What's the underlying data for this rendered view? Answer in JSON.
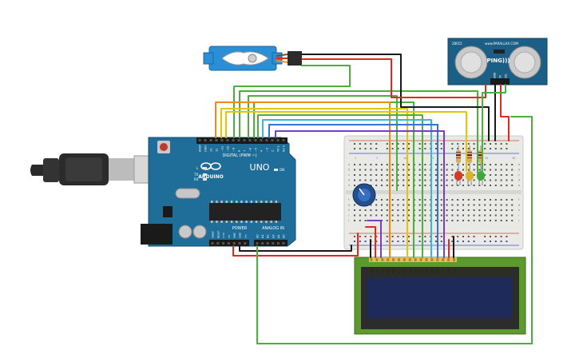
{
  "arduino": {
    "brand": "ARDUINO",
    "model": "UNO",
    "digital_label": "DIGITAL (PWM ~)",
    "power_label": "POWER",
    "analog_label": "ANALOG IN",
    "led_labels": [
      "L",
      "TX",
      "RX"
    ],
    "on_label": "ON",
    "digital_pins": [
      "AREF",
      "GND",
      "13",
      "12",
      "~11",
      "~10",
      "~9",
      "8",
      "7",
      "~6",
      "~5",
      "4",
      "~3",
      "2",
      "TX 1",
      "RX 0"
    ],
    "power_pins": [
      "IOREF",
      "RESET",
      "3.3V",
      "5V",
      "GND",
      "GND",
      "Vin"
    ],
    "analog_pins": [
      "A0",
      "A1",
      "A2",
      "A3",
      "A4",
      "A5"
    ]
  },
  "sensor": {
    "model_label": "PING)))",
    "brand_label": "www.PARALLAX.COM",
    "rev_label": "28015",
    "pins": [
      "GND",
      "5V",
      "SIG"
    ]
  },
  "breadboard": {
    "column_labels": [
      "1",
      "5",
      "10",
      "15",
      "20",
      "25",
      "30"
    ],
    "row_labels_top": [
      "a",
      "b",
      "c",
      "d",
      "e"
    ],
    "row_labels_bottom": [
      "f",
      "g",
      "h",
      "i",
      "j"
    ]
  },
  "lcd": {
    "pins": [
      "GND",
      "VCC",
      "V0",
      "RS",
      "RW",
      "E",
      "D0",
      "D1",
      "D2",
      "D3",
      "D4",
      "D5",
      "D6",
      "D7",
      "LED",
      "LED"
    ]
  },
  "leds": [
    {
      "color": "red",
      "hex": "#d23a2a"
    },
    {
      "color": "yellow",
      "hex": "#d9b52a"
    },
    {
      "color": "green",
      "hex": "#3fa83a"
    }
  ],
  "colors": {
    "arduino_board": "#1f6e9a",
    "sensor_board": "#1b5f86",
    "servo_body": "#2a8fd4",
    "lcd_board": "#5c9a2e",
    "lcd_screen": "#1e2a5a",
    "wire_red": "#e0281d",
    "wire_black": "#1a1a1a",
    "wire_green": "#4caf3a",
    "wire_orange": "#f08a12",
    "wire_yellow": "#e6c400",
    "wire_purple": "#7a3fbf",
    "wire_cyan": "#3ab7d8",
    "wire_blue": "#3a6fd8"
  }
}
